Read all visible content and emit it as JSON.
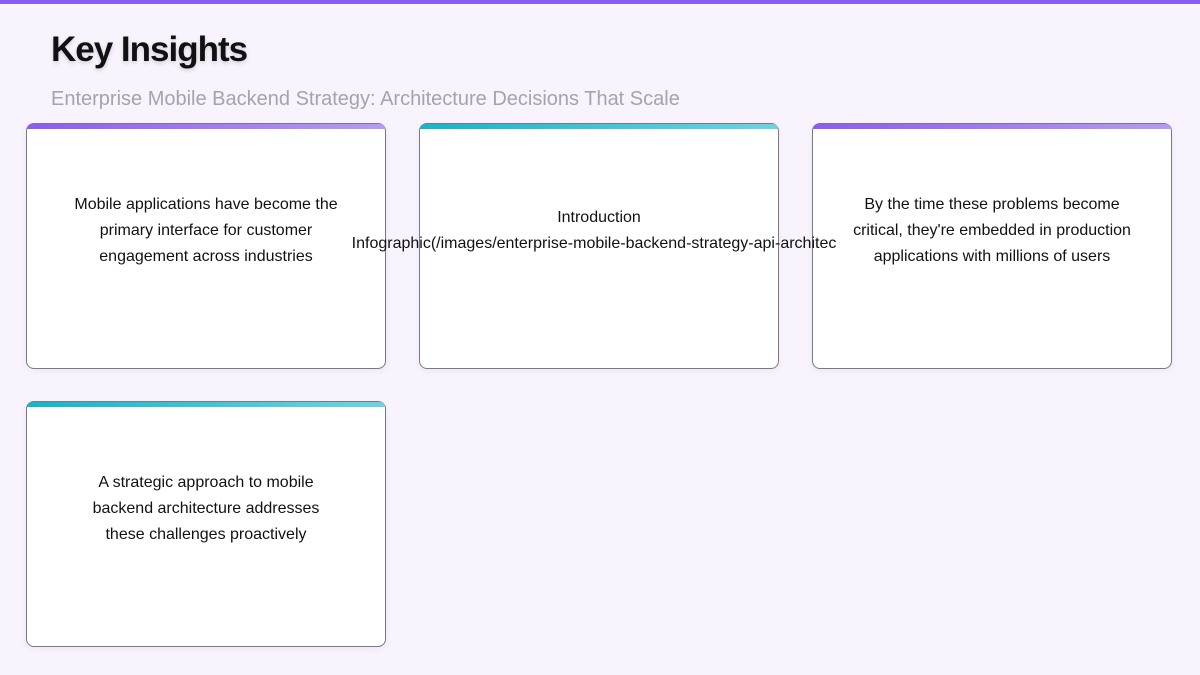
{
  "colors": {
    "accent_purple": "#8b5cf0",
    "accent_teal": "#14b5c8",
    "background": "#f8f3fd"
  },
  "header": {
    "title": "Key Insights",
    "subtitle": "Enterprise Mobile Backend Strategy: Architecture Decisions That Scale"
  },
  "cards": [
    {
      "text": "Mobile applications have become the primary interface for customer engagement across industries"
    },
    {
      "heading": "Introduction",
      "text": "Infographic(/images/enterprise-mobile-backend-strategy-api-architec"
    },
    {
      "text": "By the time these problems become critical, they're embedded in production applications with millions of users"
    },
    {
      "text": "A strategic approach to mobile backend architecture addresses these challenges proactively"
    }
  ]
}
